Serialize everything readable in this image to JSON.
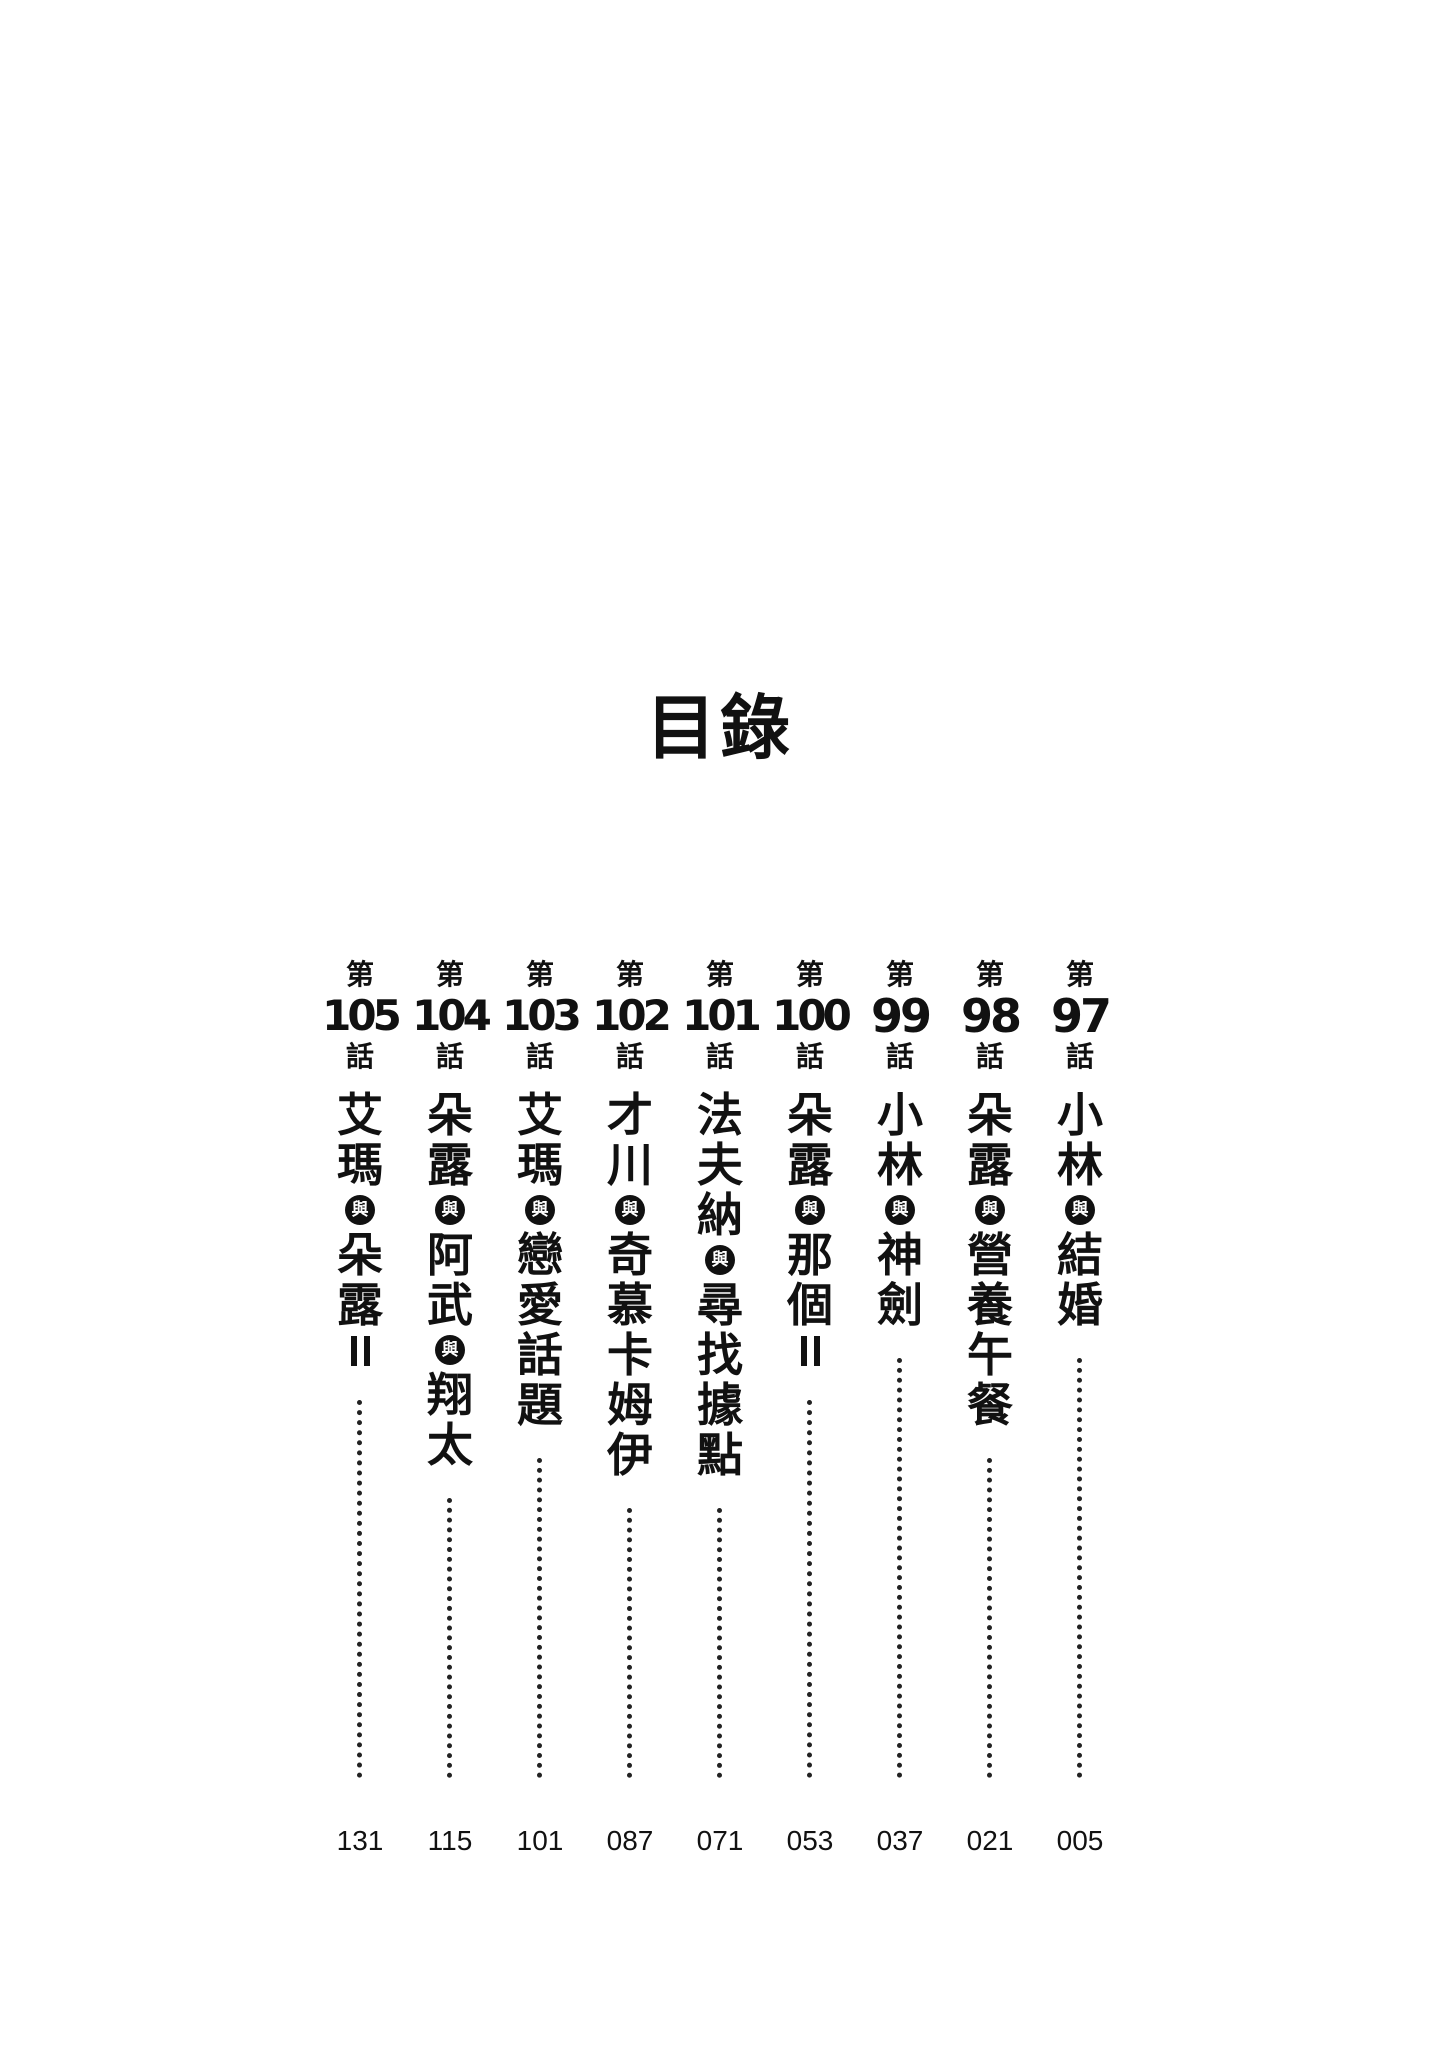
{
  "title": "目錄",
  "chapter_prefix": "第",
  "chapter_suffix": "話",
  "connector": "與",
  "chapters": [
    {
      "number": "97",
      "title": [
        "小",
        "林",
        "@",
        "結",
        "婚"
      ],
      "page": "005"
    },
    {
      "number": "98",
      "title": [
        "朵",
        "露",
        "@",
        "營",
        "養",
        "午",
        "餐"
      ],
      "page": "021"
    },
    {
      "number": "99",
      "title": [
        "小",
        "林",
        "@",
        "神",
        "劍"
      ],
      "page": "037"
    },
    {
      "number": "100",
      "title": [
        "朵",
        "露",
        "@",
        "那",
        "個",
        "II"
      ],
      "page": "053"
    },
    {
      "number": "101",
      "title": [
        "法",
        "夫",
        "納",
        "@",
        "尋",
        "找",
        "據",
        "點"
      ],
      "page": "071"
    },
    {
      "number": "102",
      "title": [
        "才",
        "川",
        "@",
        "奇",
        "慕",
        "卡",
        "姆",
        "伊"
      ],
      "page": "087"
    },
    {
      "number": "103",
      "title": [
        "艾",
        "瑪",
        "@",
        "戀",
        "愛",
        "話",
        "題"
      ],
      "page": "101"
    },
    {
      "number": "104",
      "title": [
        "朵",
        "露",
        "@",
        "阿",
        "武",
        "@",
        "翔",
        "太"
      ],
      "page": "115"
    },
    {
      "number": "105",
      "title": [
        "艾",
        "瑪",
        "@",
        "朵",
        "露",
        "II"
      ],
      "page": "131"
    }
  ]
}
